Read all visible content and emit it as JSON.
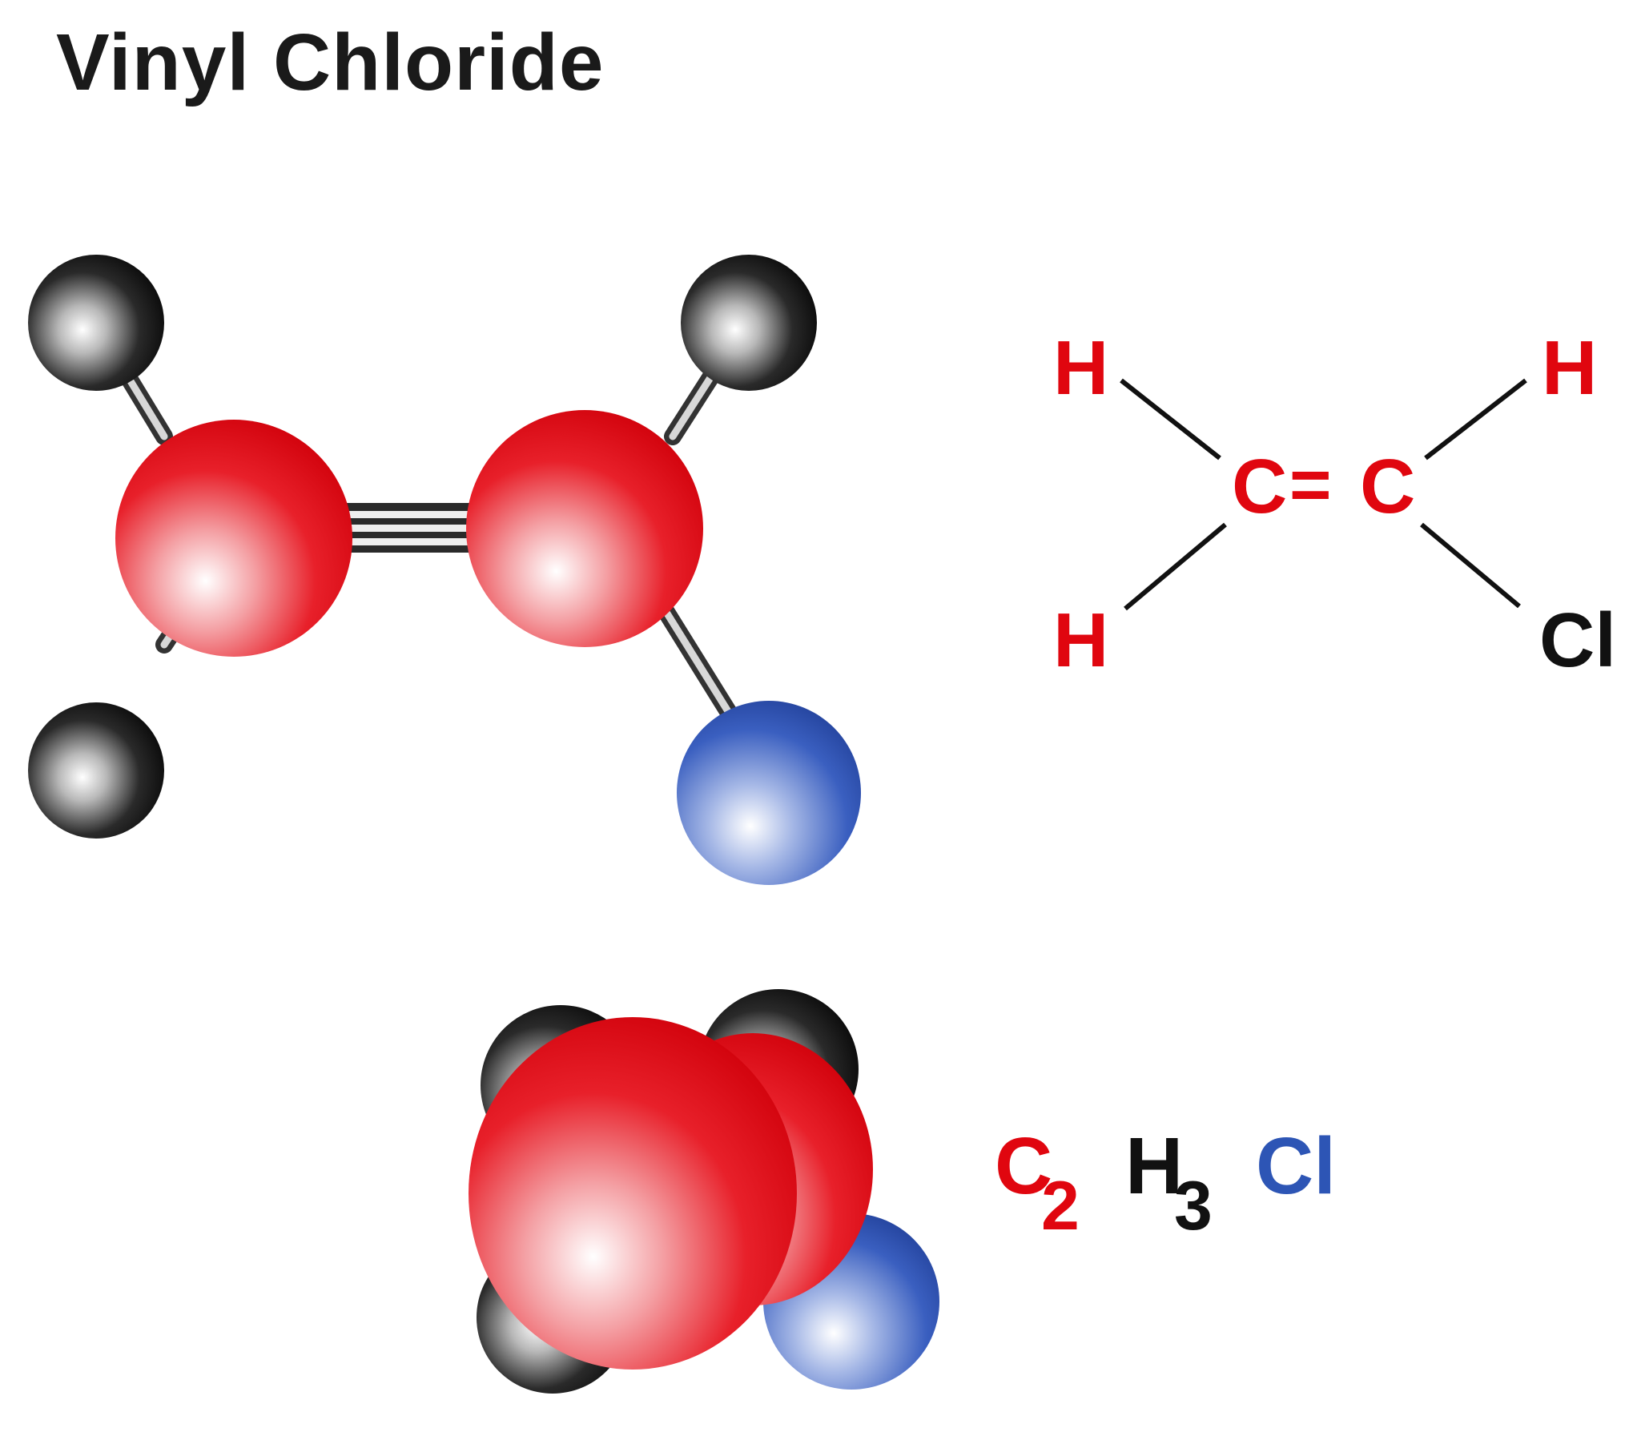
{
  "title": "Vinyl Chloride",
  "structural_formula": {
    "h_top_left": "H",
    "h_top_right": "H",
    "h_bottom_left": "H",
    "cl": "Cl",
    "carbon_left": "C",
    "double_bond": "=",
    "carbon_right": "C"
  },
  "molecular_formula": {
    "carbon": "C",
    "carbon_count": "2",
    "hydrogen": "H",
    "hydrogen_count": "3",
    "chlorine": "Cl"
  },
  "colors": {
    "carbon": "#e0060f",
    "hydrogen": "#111111",
    "chlorine": "#2d55b5",
    "bond": "#111111"
  }
}
